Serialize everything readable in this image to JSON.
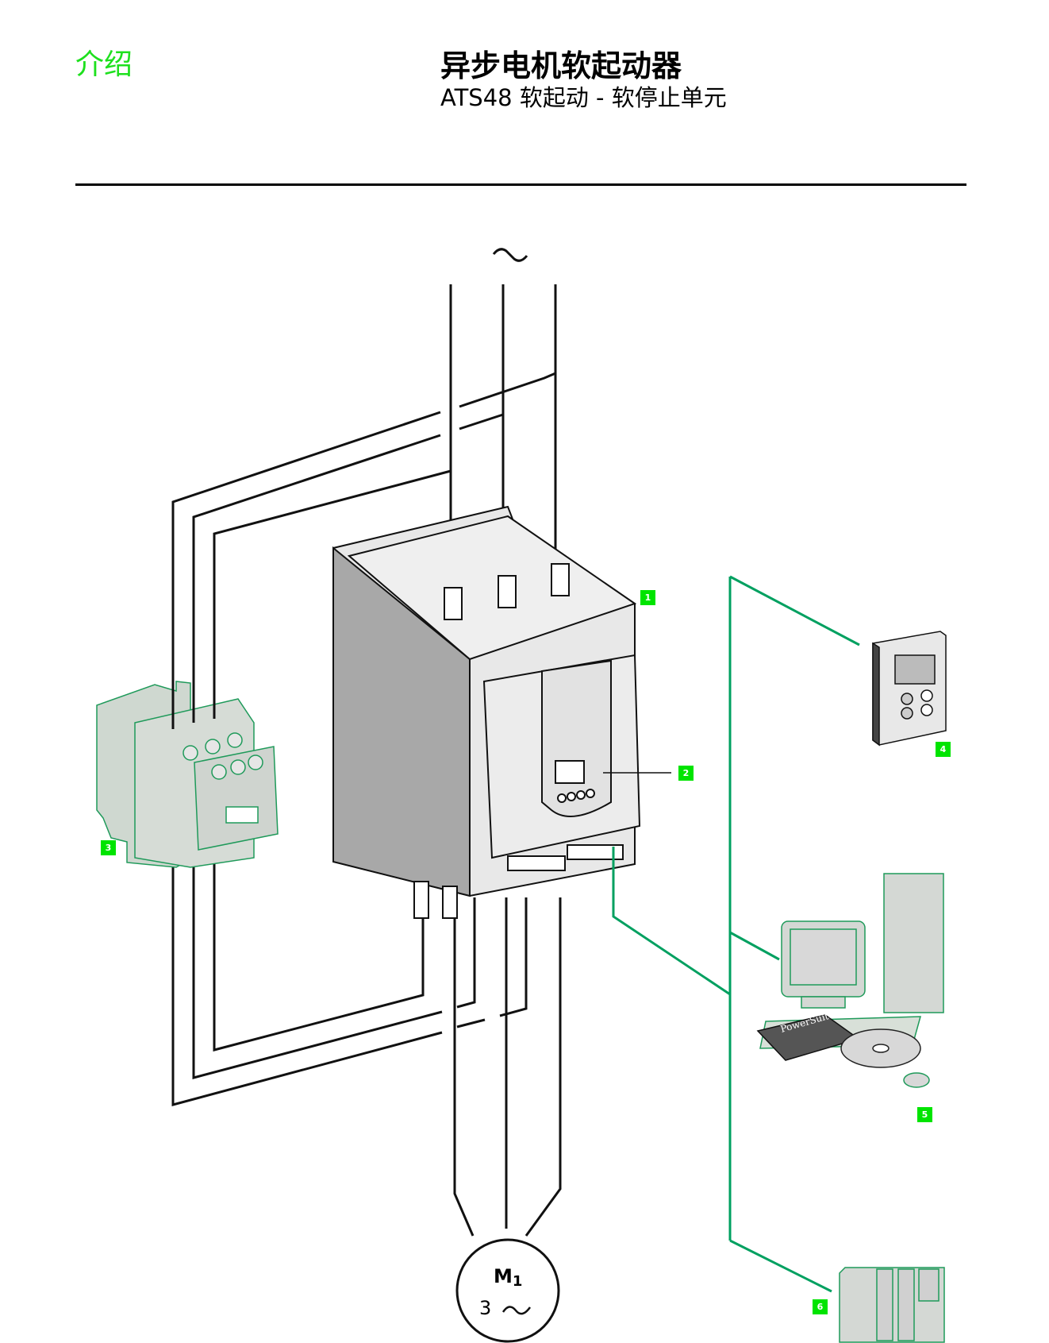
{
  "header": {
    "section": "介绍",
    "title": "异步电机软起动器",
    "subtitle": "ATS48 软起动 - 软停止单元"
  },
  "diagram": {
    "supply_symbol": "~",
    "motor": {
      "name": "M",
      "index": "1",
      "phases": "3",
      "ac_symbol": "~"
    },
    "callouts": [
      {
        "id": "1",
        "label": "1",
        "refers_to": "ATS48 soft starter"
      },
      {
        "id": "2",
        "label": "2",
        "refers_to": "integrated display terminal"
      },
      {
        "id": "3",
        "label": "3",
        "refers_to": "bypass contactor"
      },
      {
        "id": "4",
        "label": "4",
        "refers_to": "remote display terminal"
      },
      {
        "id": "5",
        "label": "5",
        "refers_to": "PC with PowerSuite software"
      },
      {
        "id": "6",
        "label": "6",
        "refers_to": "PLC"
      }
    ],
    "software_box_text": "PowerSuite",
    "colors": {
      "wire": "#1a1a1a",
      "comm_bus": "#00a060",
      "tag": "#00e400",
      "section": "#1ee01e"
    }
  }
}
